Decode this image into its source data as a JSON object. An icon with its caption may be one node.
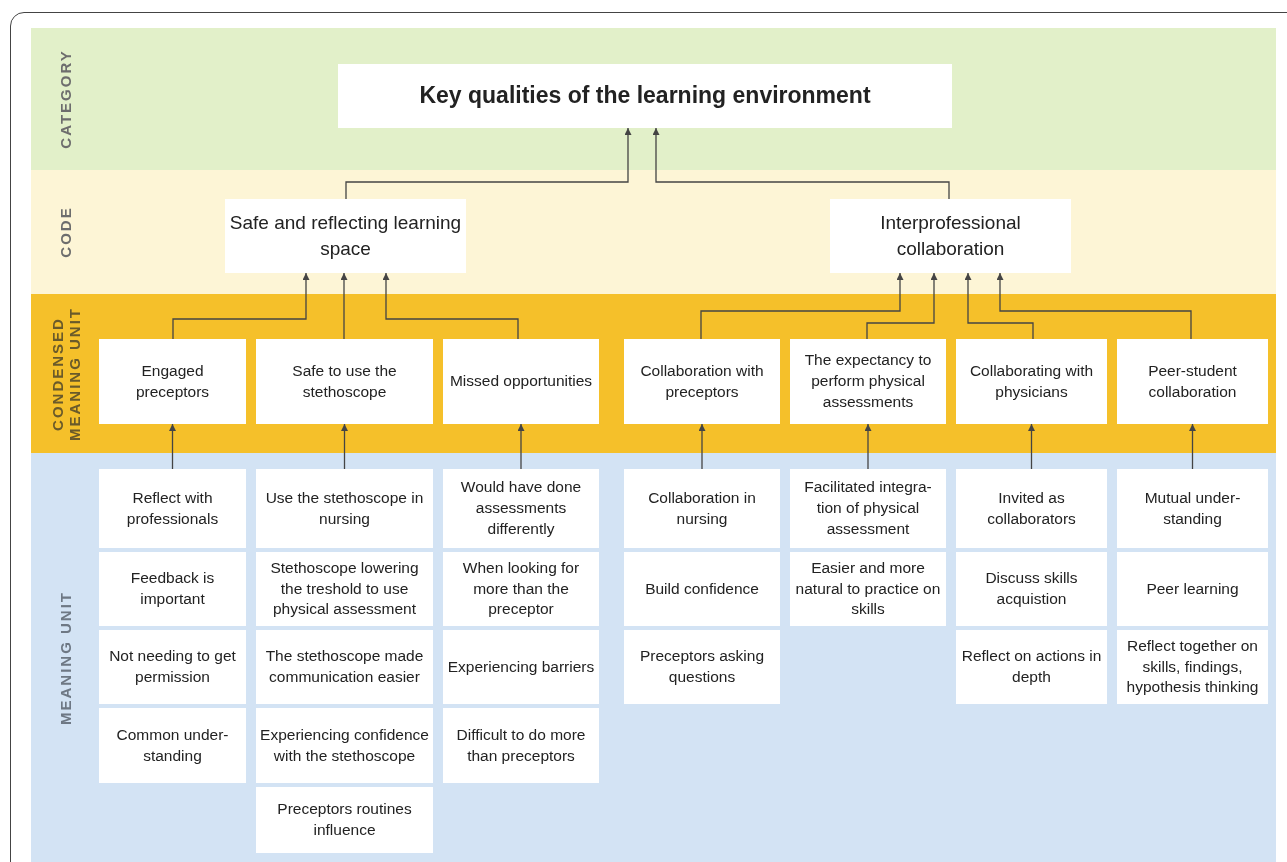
{
  "diagram": {
    "nodes": [
      {
        "text": [
          "CATEGORY"
        ]
      },
      {
        "text": [
          "Key qualities of the learning environment"
        ],
        "in": 0
      },
      {
        "text": [
          "CODE"
        ]
      },
      {
        "text": [
          "Safe and reflecting learning space"
        ],
        "in": 2
      },
      {
        "text": [
          "Interprofessional collaboration"
        ],
        "in": 2
      },
      {
        "text": [
          "CONDENSED MEANING UNIT"
        ]
      },
      {
        "text": [
          "Engaged preceptors"
        ],
        "in": 5
      },
      {
        "text": [
          "Safe to use the stethoscope"
        ],
        "in": 5
      },
      {
        "text": [
          "Missed opportunities"
        ],
        "in": 5
      },
      {
        "text": [
          "Collaboration with preceptors"
        ],
        "in": 5
      },
      {
        "text": [
          "The expectancy to perform physical assessments"
        ],
        "in": 5
      },
      {
        "text": [
          "Collaborating with physicians"
        ],
        "in": 5
      },
      {
        "text": [
          "Peer-student collaboration"
        ],
        "in": 5
      },
      {
        "text": [
          "MEANING UNIT"
        ]
      },
      {
        "text": [
          "Reflect with professionals"
        ],
        "in": 13
      },
      {
        "text": [
          "Feedback is important"
        ],
        "in": 13
      },
      {
        "text": [
          "Not needing to get permission"
        ],
        "in": 13
      },
      {
        "text": [
          "Common under-standing"
        ],
        "in": 13
      },
      {
        "text": [
          "Use the stethoscope in nursing"
        ],
        "in": 13
      },
      {
        "text": [
          "Stethoscope lowering the treshold to use physical assessment"
        ],
        "in": 13
      },
      {
        "text": [
          "The stethoscope made communication easier"
        ],
        "in": 13
      },
      {
        "text": [
          "Experiencing confidence with the stethoscope"
        ],
        "in": 13
      },
      {
        "text": [
          "Preceptors routines influence"
        ],
        "in": 13
      },
      {
        "text": [
          "Would have done assessments differently"
        ],
        "in": 13
      },
      {
        "text": [
          "When looking for more than the preceptor"
        ],
        "in": 13
      },
      {
        "text": [
          "Experiencing barriers"
        ],
        "in": 13
      },
      {
        "text": [
          "Difficult to do more than preceptors"
        ],
        "in": 13
      },
      {
        "text": [
          "Collaboration in nursing"
        ],
        "in": 13
      },
      {
        "text": [
          "Build confidence"
        ],
        "in": 13
      },
      {
        "text": [
          "Preceptors asking questions"
        ],
        "in": 13
      },
      {
        "text": [
          "Facilitated integra-tion of physical assessment"
        ],
        "in": 13
      },
      {
        "text": [
          "Easier and more natural to practice on skills"
        ],
        "in": 13
      },
      {
        "text": [
          "Invited as collaborators"
        ],
        "in": 13
      },
      {
        "text": [
          "Discuss skills acquistion"
        ],
        "in": 13
      },
      {
        "text": [
          "Reflect on actions in depth"
        ],
        "in": 13
      },
      {
        "text": [
          "Mutual under-standing"
        ],
        "in": 13
      },
      {
        "text": [
          "Peer learning"
        ],
        "in": 13
      },
      {
        "text": [
          "Reflect together on skills, findings, hypothesis thinking"
        ],
        "in": 13
      }
    ],
    "edges": [
      {
        "from": 3,
        "to": 1,
        "arrow": "to"
      },
      {
        "from": 4,
        "to": 1,
        "arrow": "to"
      },
      {
        "from": 6,
        "to": 3,
        "arrow": "to"
      },
      {
        "from": 7,
        "to": 3,
        "arrow": "to"
      },
      {
        "from": 8,
        "to": 3,
        "arrow": "to"
      },
      {
        "from": 9,
        "to": 4,
        "arrow": "to"
      },
      {
        "from": 10,
        "to": 4,
        "arrow": "to"
      },
      {
        "from": 11,
        "to": 4,
        "arrow": "to"
      },
      {
        "from": 12,
        "to": 4,
        "arrow": "to"
      },
      {
        "from": 14,
        "to": 6,
        "arrow": "to"
      },
      {
        "from": 18,
        "to": 7,
        "arrow": "to"
      },
      {
        "from": 23,
        "to": 8,
        "arrow": "to"
      },
      {
        "from": 27,
        "to": 9,
        "arrow": "to"
      },
      {
        "from": 30,
        "to": 10,
        "arrow": "to"
      },
      {
        "from": 32,
        "to": 11,
        "arrow": "to"
      },
      {
        "from": 35,
        "to": 12,
        "arrow": "to"
      }
    ]
  }
}
